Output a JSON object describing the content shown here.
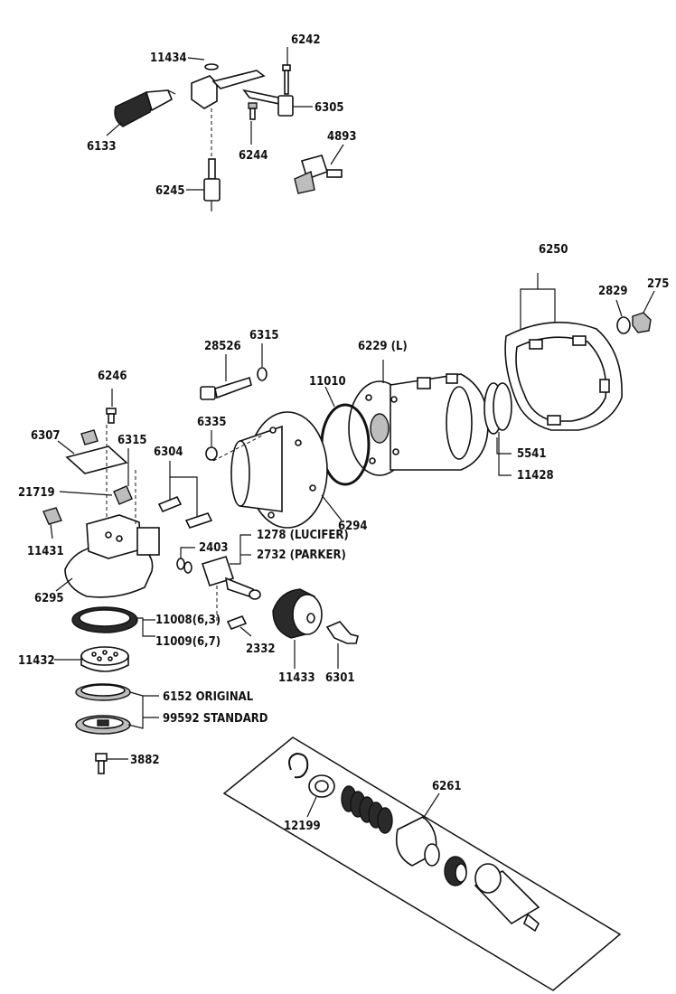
{
  "labels": {
    "p11434": "11434",
    "p6242": "6242",
    "p6305": "6305",
    "p6133": "6133",
    "p6244": "6244",
    "p4893": "4893",
    "p6245": "6245",
    "p6250": "6250",
    "p2829": "2829",
    "p275": "275",
    "p28526": "28526",
    "p6315a": "6315",
    "p6229": "6229 (L)",
    "p11010": "11010",
    "p6246": "6246",
    "p6335": "6335",
    "p6307": "6307",
    "p6315b": "6315",
    "p6304": "6304",
    "p5541": "5541",
    "p11428": "11428",
    "p21719": "21719",
    "p6294": "6294",
    "p11431": "11431",
    "p1278": "1278 (LUCIFER)",
    "p2732": "2732 (PARKER)",
    "p2403": "2403",
    "p6295": "6295",
    "p11008": "11008(6,3)",
    "p11009": "11009(6,7)",
    "p2332": "2332",
    "p11432": "11432",
    "p11433": "11433",
    "p6301": "6301",
    "p6152": "6152 ORIGINAL",
    "p99592": "99592 STANDARD",
    "p3882": "3882",
    "p6261": "6261",
    "p12199": "12199"
  }
}
